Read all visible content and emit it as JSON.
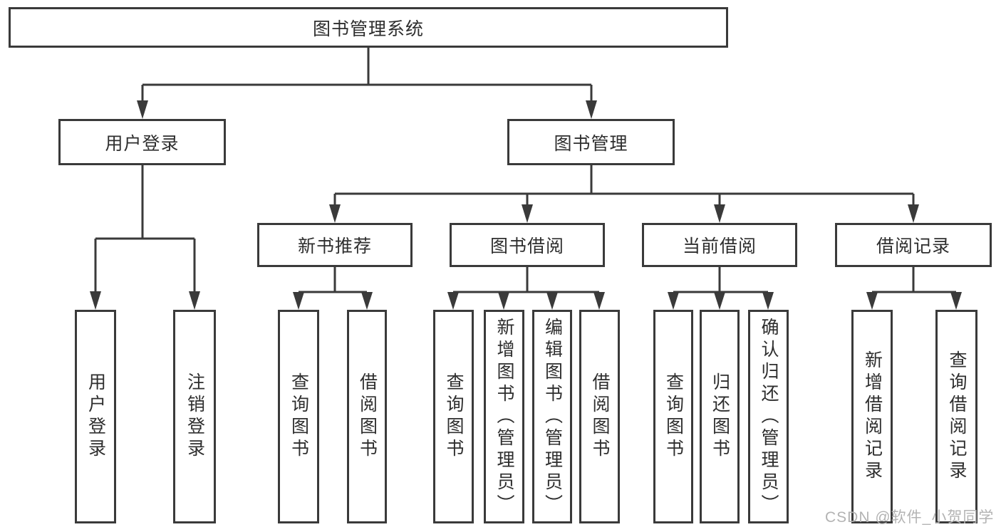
{
  "tree": {
    "root": {
      "label": "图书管理系统"
    },
    "branches": [
      {
        "label": "用户登录",
        "children": [
          {
            "label": "用户登录"
          },
          {
            "label": "注销登录"
          }
        ]
      },
      {
        "label": "图书管理",
        "children": [
          {
            "label": "新书推荐",
            "children": [
              {
                "label": "查询图书"
              },
              {
                "label": "借阅图书"
              }
            ]
          },
          {
            "label": "图书借阅",
            "children": [
              {
                "label": "查询图书"
              },
              {
                "label": "新增图书（管理员）"
              },
              {
                "label": "编辑图书（管理员）"
              },
              {
                "label": "借阅图书"
              }
            ]
          },
          {
            "label": "当前借阅",
            "children": [
              {
                "label": "查询图书"
              },
              {
                "label": "归还图书"
              },
              {
                "label": "确认归还（管理员）"
              }
            ]
          },
          {
            "label": "借阅记录",
            "children": [
              {
                "label": "新增借阅记录"
              },
              {
                "label": "查询借阅记录"
              }
            ]
          }
        ]
      }
    ]
  },
  "watermark": {
    "text": "CSDN @软件_小贺同学"
  },
  "colors": {
    "line": "#3a3a3a",
    "text": "#2e2e2e",
    "watermark": "#b3b3b3",
    "background": "#ffffff"
  }
}
